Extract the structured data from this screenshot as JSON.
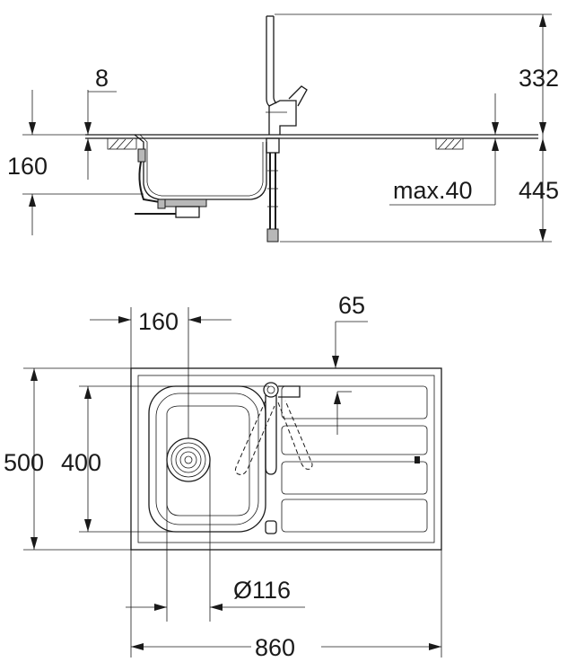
{
  "side_view": {
    "dim_faucet_height": "332",
    "dim_total_height": "445",
    "dim_sink_depth": "160",
    "dim_rim": "8",
    "dim_max_thickness": "max.40"
  },
  "top_view": {
    "dim_width_total": "860",
    "dim_depth_total": "500",
    "dim_bowl_depth": "400",
    "dim_drain_offset": "160",
    "dim_tap_offset": "65",
    "dim_drain_diameter": "Ø116"
  }
}
